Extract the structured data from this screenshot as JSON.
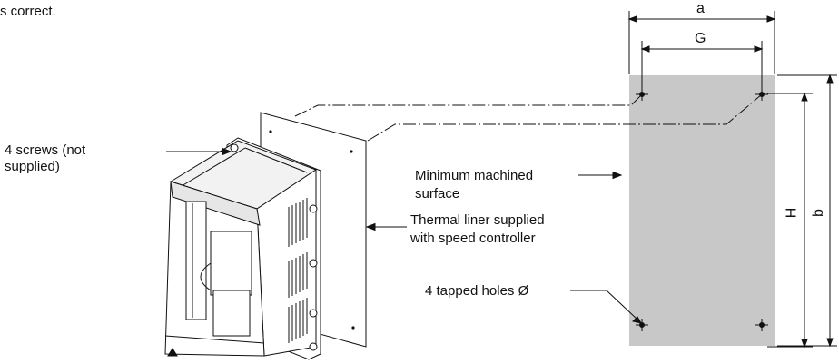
{
  "header_fragment": "s correct.",
  "labels": {
    "screws_line1": "4 screws (not",
    "screws_line2": "supplied)",
    "machined_line1": "Minimum machined",
    "machined_line2": "surface",
    "liner_line1": "Thermal liner supplied",
    "liner_line2": "with speed controller",
    "tapped_holes": "4 tapped holes Ø"
  },
  "dimensions": {
    "a": "a",
    "G": "G",
    "H": "H",
    "b": "b"
  },
  "colors": {
    "machined_surface": "#c8c8c8",
    "line": "#111111"
  }
}
